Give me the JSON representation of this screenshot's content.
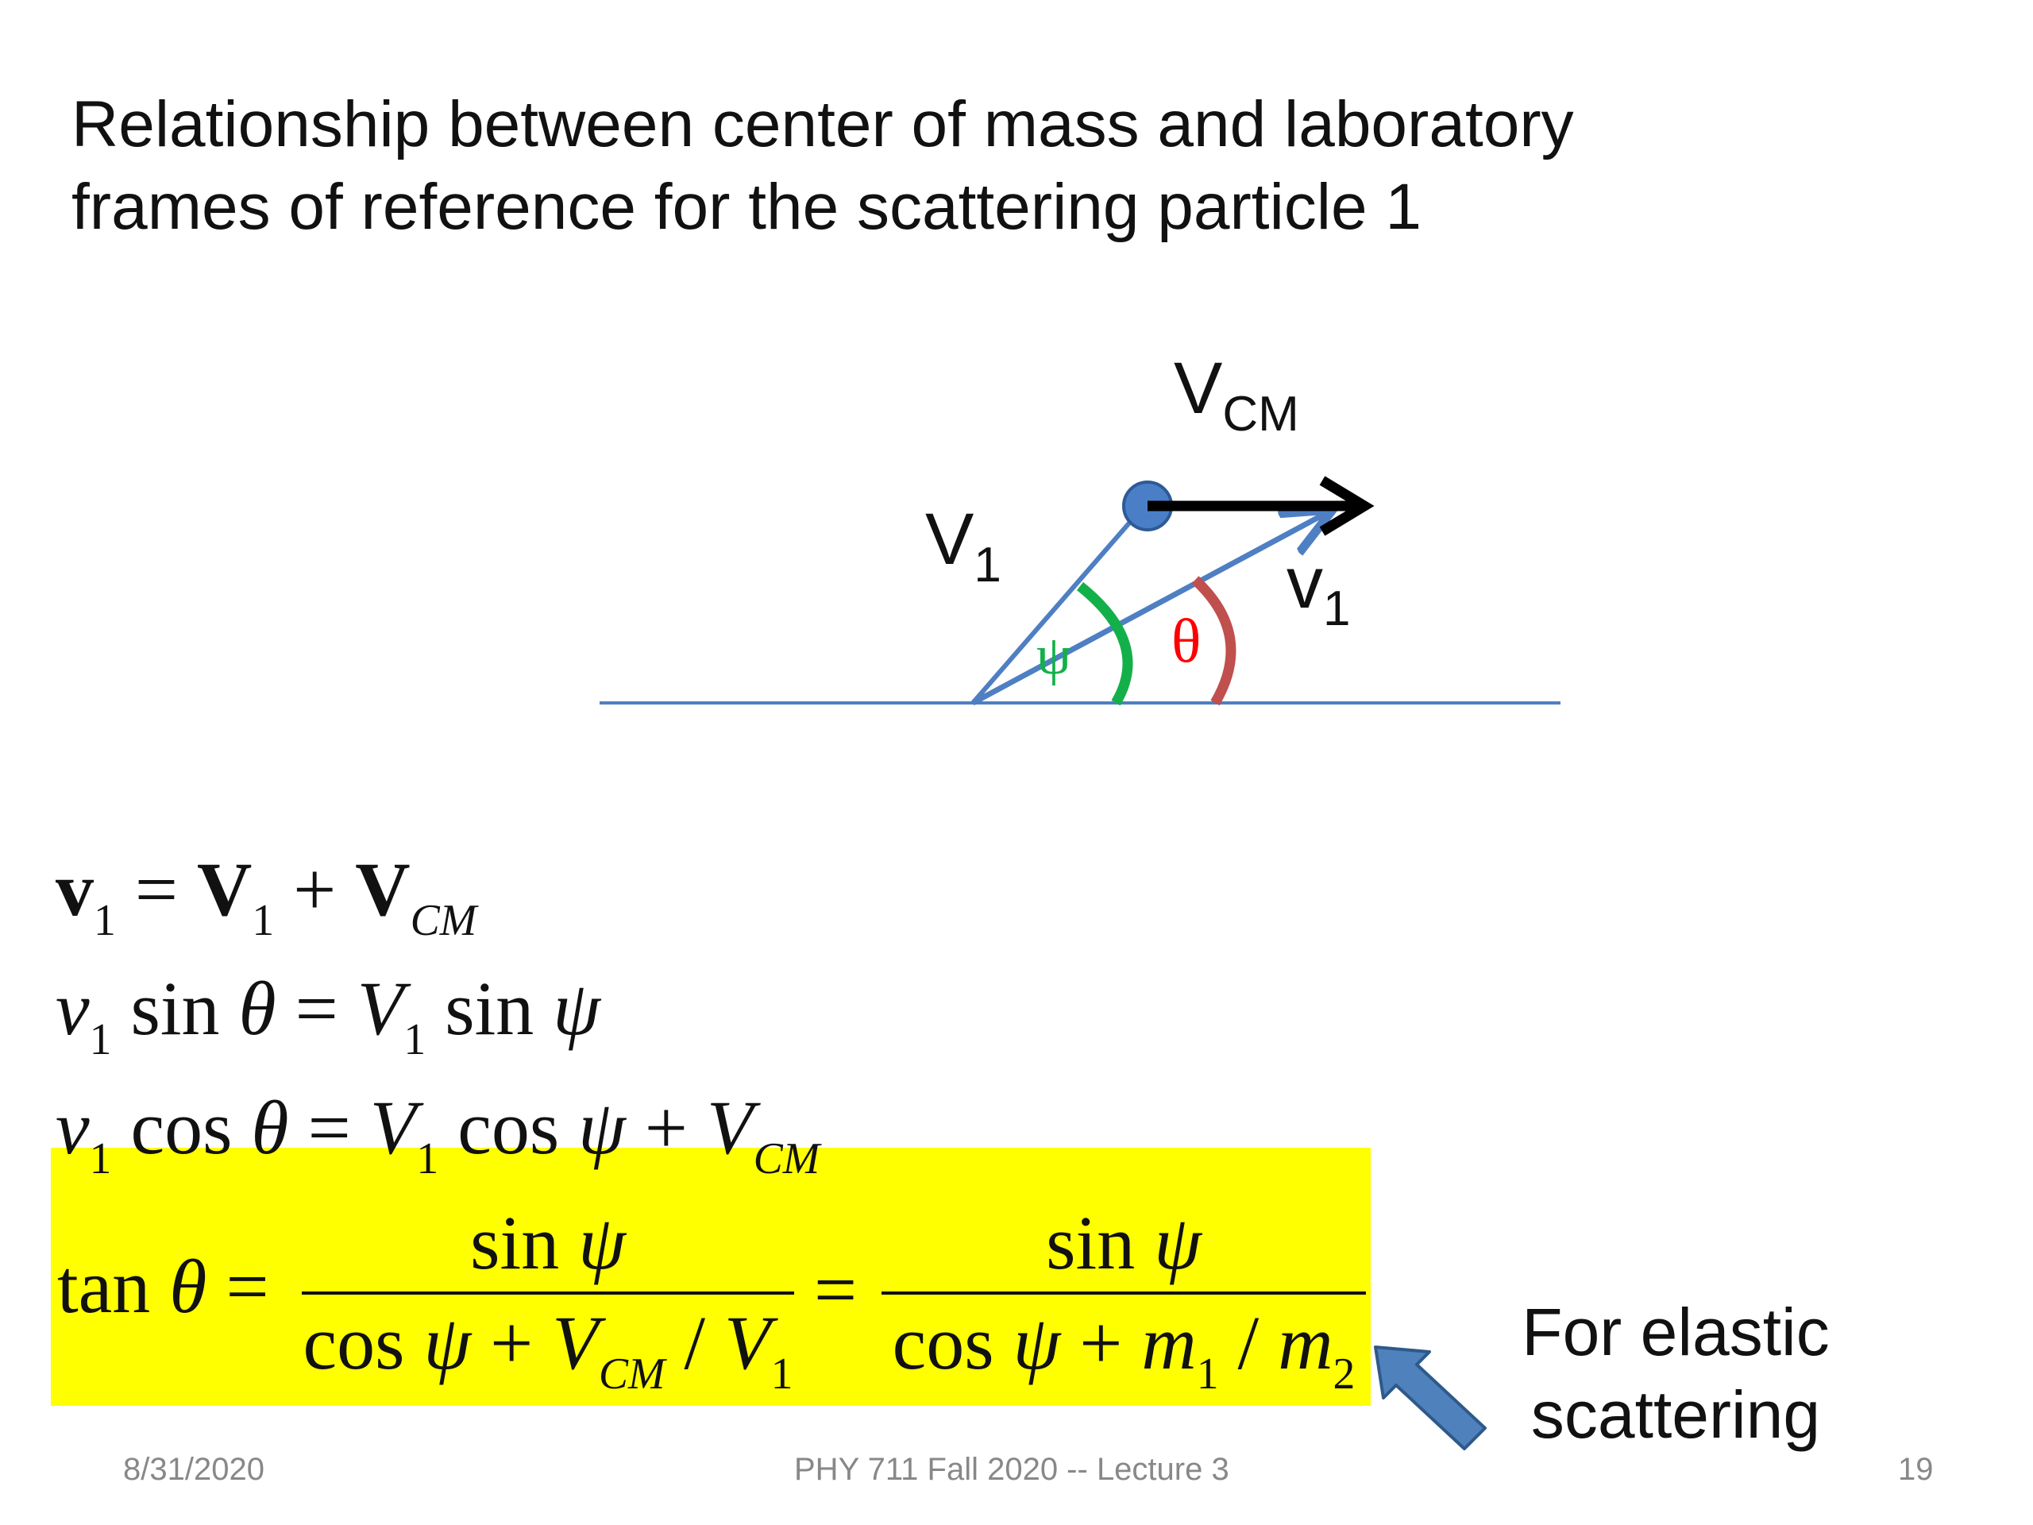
{
  "slide": {
    "title_line1": "Relationship between center of mass and laboratory",
    "title_line2": "frames of reference for the scattering particle 1"
  },
  "diagram": {
    "label_vcm_main": "V",
    "label_vcm_sub": "CM",
    "label_V1_main": "V",
    "label_V1_sub": "1",
    "label_v1_main": "v",
    "label_v1_sub": "1",
    "label_psi": "ψ",
    "label_theta": "θ",
    "colors": {
      "velocity_lines": "#4f7fc3",
      "cm_arrow": "#000000",
      "psi_arc": "#13b04a",
      "theta_arc": "#c0504d",
      "theta_label": "#ff0000",
      "psi_label": "#13b04a",
      "dot_fill": "#4a7fc8"
    }
  },
  "equations": {
    "eq1": {
      "v": "v",
      "sub1": "1",
      "eq": " = ",
      "V": "V",
      "sub2": "1",
      "plus": " + ",
      "V2": "V",
      "sub3": "CM"
    },
    "eq2": {
      "v": "v",
      "sub1": "1",
      "rest1": " sin ",
      "theta": "θ",
      "eq": " = ",
      "V": "V",
      "sub2": "1",
      "rest2": " sin ",
      "psi": "ψ"
    },
    "eq3": {
      "v": "v",
      "sub1": "1",
      "rest1": " cos ",
      "theta": "θ",
      "eq": " = ",
      "V": "V",
      "sub2": "1",
      "rest2": " cos ",
      "psi": "ψ",
      "plus": " + ",
      "V2": "V",
      "sub3": "CM"
    },
    "eq4": {
      "lhs": "tan ",
      "theta": "θ",
      "eq": " =",
      "frac1_num_fn": "sin ",
      "frac1_num_psi": "ψ",
      "frac1_den_fn": "cos ",
      "frac1_den_psi": "ψ",
      "frac1_den_plus": " + ",
      "frac1_den_V": "V",
      "frac1_den_sub": "CM",
      "frac1_den_slash": " / ",
      "frac1_den_V2": "V",
      "frac1_den_sub2": "1",
      "mid_eq": "=",
      "frac2_num_fn": "sin ",
      "frac2_num_psi": "ψ",
      "frac2_den_fn": "cos ",
      "frac2_den_psi": "ψ",
      "frac2_den_plus": " + ",
      "frac2_den_m": "m",
      "frac2_den_sub": "1",
      "frac2_den_slash": " / ",
      "frac2_den_m2": "m",
      "frac2_den_sub2": "2"
    },
    "highlight_color": "#ffff00"
  },
  "note": {
    "line1": "For elastic",
    "line2": "scattering",
    "arrow_color": "#4f81bd"
  },
  "footer": {
    "date": "8/31/2020",
    "course": "PHY 711  Fall 2020 -- Lecture 3",
    "page": "19"
  }
}
